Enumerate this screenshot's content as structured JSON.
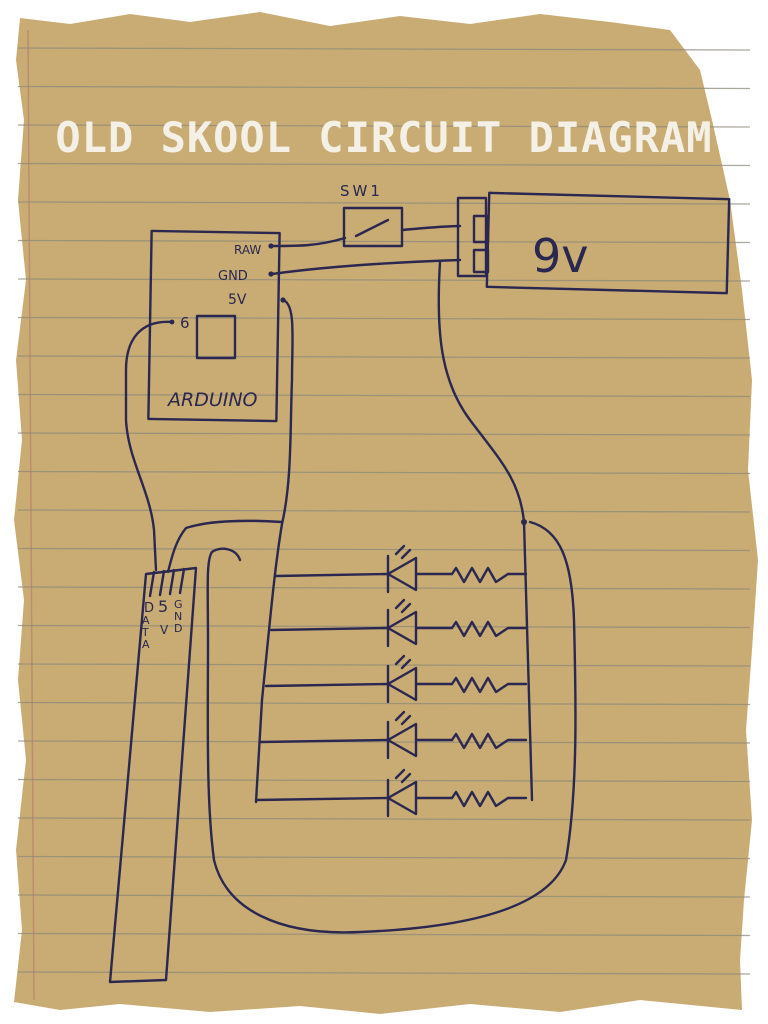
{
  "title": "OLD SKOOL CIRCUIT DIAGRAM",
  "switch_label": "SW1",
  "battery_label": "9v",
  "arduino": {
    "name": "ARDUINO",
    "pins": {
      "raw": "RAW",
      "gnd": "GND",
      "v5": "5V",
      "d6": "6"
    }
  },
  "strip_pins": [
    "D",
    "A",
    "T",
    "A",
    "5",
    "V",
    "G",
    "N",
    "D"
  ],
  "colors": {
    "paper": "#c9ac74",
    "ink": "#2a2750",
    "rule_line": "#8e8a7a",
    "margin_line": "#b07a6a",
    "title": "#f4f0e6"
  },
  "led_rows": 5
}
